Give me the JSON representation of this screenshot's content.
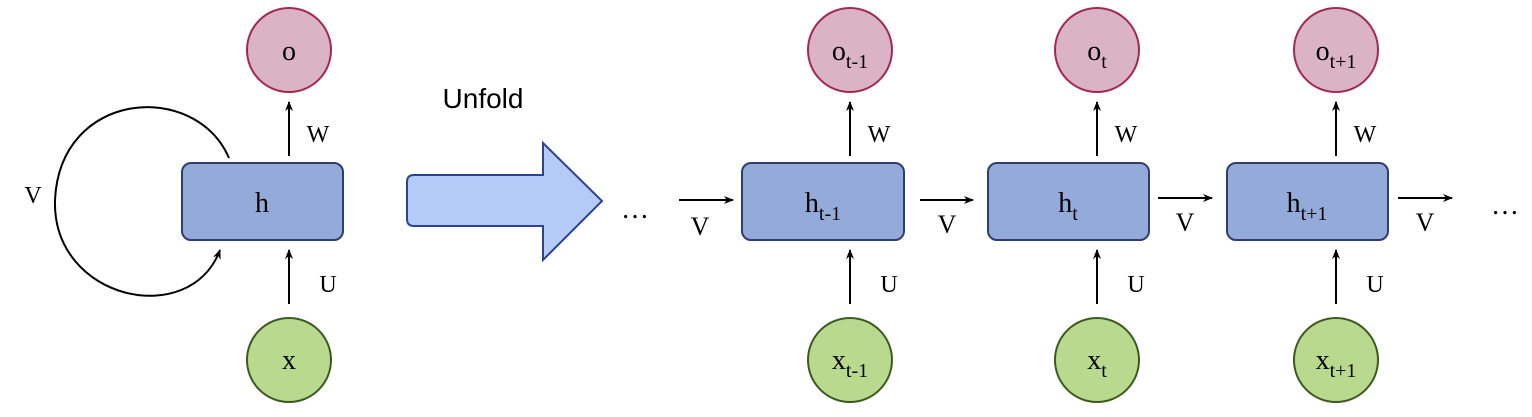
{
  "folded": {
    "output": "o",
    "hidden": "h",
    "input": "x",
    "weight_out": "W",
    "weight_in": "U",
    "weight_recurrent": "V"
  },
  "unfold_label": "Unfold",
  "ellipsis": "…",
  "steps": [
    {
      "output": "o",
      "output_sub": "t-1",
      "hidden": "h",
      "hidden_sub": "t-1",
      "input": "x",
      "input_sub": "t-1",
      "weight_out": "W",
      "weight_in": "U"
    },
    {
      "output": "o",
      "output_sub": "t",
      "hidden": "h",
      "hidden_sub": "t",
      "input": "x",
      "input_sub": "t",
      "weight_out": "W",
      "weight_in": "U"
    },
    {
      "output": "o",
      "output_sub": "t+1",
      "hidden": "h",
      "hidden_sub": "t+1",
      "input": "x",
      "input_sub": "t+1",
      "weight_out": "W",
      "weight_in": "U"
    }
  ],
  "recurrent_labels": [
    "V",
    "V",
    "V",
    "V"
  ],
  "colors": {
    "output_fill": "#dab3c5",
    "output_stroke": "#a3284f",
    "input_fill": "#b9d98f",
    "input_stroke": "#3c5a20",
    "hidden_fill": "#94aad9",
    "hidden_stroke": "#2c3f6d",
    "unfold_arrow_fill": "#b4cbf7",
    "unfold_arrow_stroke": "#2c4392"
  }
}
